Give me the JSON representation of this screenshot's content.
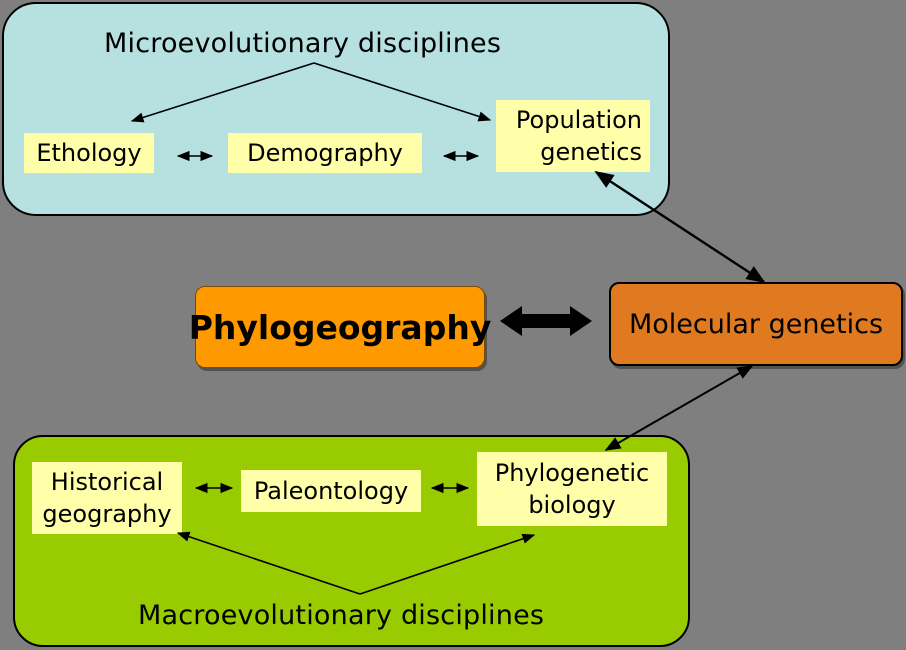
{
  "micro": {
    "title": "Microevolutionary disciplines",
    "ethology": "Ethology",
    "demography": "Demography",
    "popgen_line1": "Population",
    "popgen_line2": "genetics"
  },
  "center": {
    "phylogeography": "Phylogeography",
    "molecular_genetics": "Molecular genetics"
  },
  "macro": {
    "title": "Macroevolutionary disciplines",
    "histgeo_line1": "Historical",
    "histgeo_line2": "geography",
    "paleontology": "Paleontology",
    "phylobio_line1": "Phylogenetic",
    "phylobio_line2": "biology"
  },
  "colors": {
    "background": "#7f7f7f",
    "micro_panel": "#b7e1e1",
    "macro_panel": "#99cc00",
    "discipline_box": "#ffffaa",
    "phylogeography_box": "#ff9900",
    "molecular_genetics_box": "#e07a20"
  }
}
